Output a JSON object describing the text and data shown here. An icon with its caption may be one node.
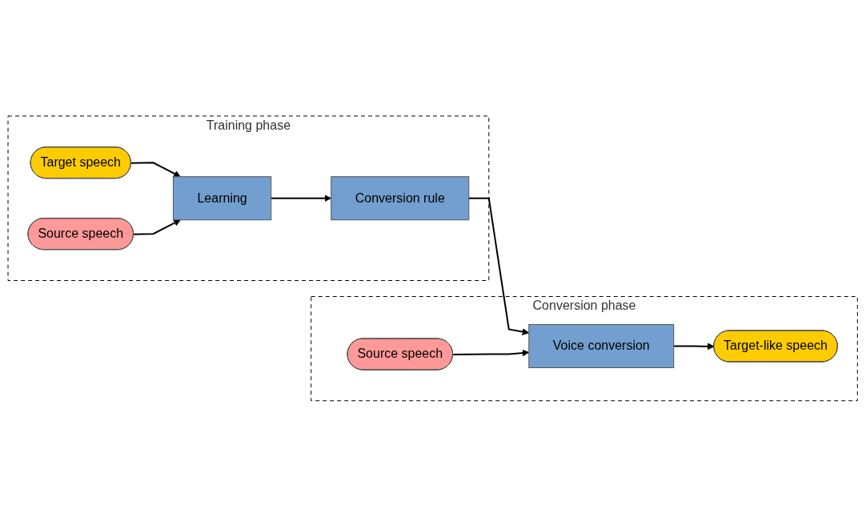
{
  "diagram": {
    "nodes": [
      {
        "text": [
          "Training phase"
        ]
      },
      {
        "text": [
          "Target speech"
        ],
        "in": 0
      },
      {
        "text": [
          "Learning"
        ],
        "in": 0
      },
      {
        "text": [
          "Conversion rule"
        ],
        "in": 0
      },
      {
        "text": [
          "Source speech"
        ],
        "in": 0
      },
      {
        "text": [
          "Conversion phase"
        ]
      },
      {
        "text": [
          "Source speech"
        ],
        "in": 5
      },
      {
        "text": [
          "Voice conversion"
        ],
        "in": 5
      },
      {
        "text": [
          "Target-like speech"
        ],
        "in": 5
      }
    ],
    "edges": [
      {
        "from": 1,
        "to": 2,
        "arrow": "to"
      },
      {
        "from": 4,
        "to": 2,
        "arrow": "to"
      },
      {
        "from": 2,
        "to": 3,
        "arrow": "to"
      },
      {
        "from": 3,
        "to": 7,
        "arrow": "to"
      },
      {
        "from": 6,
        "to": 7,
        "arrow": "to"
      },
      {
        "from": 7,
        "to": 8,
        "arrow": "to"
      }
    ]
  }
}
